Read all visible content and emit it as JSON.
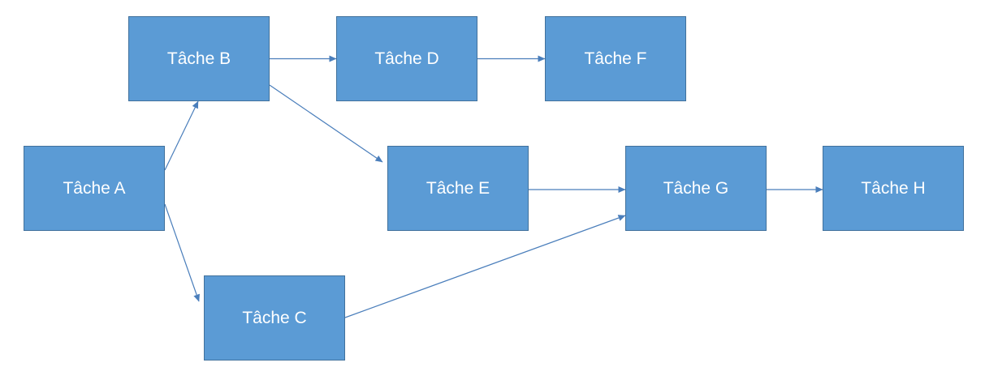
{
  "colors": {
    "node_fill": "#5b9bd5",
    "node_border": "#41719c",
    "node_text": "#ffffff",
    "edge": "#4a7ebb"
  },
  "nodes": {
    "a": {
      "label": "Tâche A"
    },
    "b": {
      "label": "Tâche B"
    },
    "c": {
      "label": "Tâche C"
    },
    "d": {
      "label": "Tâche D"
    },
    "e": {
      "label": "Tâche E"
    },
    "f": {
      "label": "Tâche F"
    },
    "g": {
      "label": "Tâche G"
    },
    "h": {
      "label": "Tâche H"
    }
  },
  "edges": [
    {
      "from": "a",
      "to": "b"
    },
    {
      "from": "a",
      "to": "c"
    },
    {
      "from": "b",
      "to": "d"
    },
    {
      "from": "b",
      "to": "e"
    },
    {
      "from": "d",
      "to": "f"
    },
    {
      "from": "e",
      "to": "g"
    },
    {
      "from": "c",
      "to": "g"
    },
    {
      "from": "g",
      "to": "h"
    }
  ]
}
